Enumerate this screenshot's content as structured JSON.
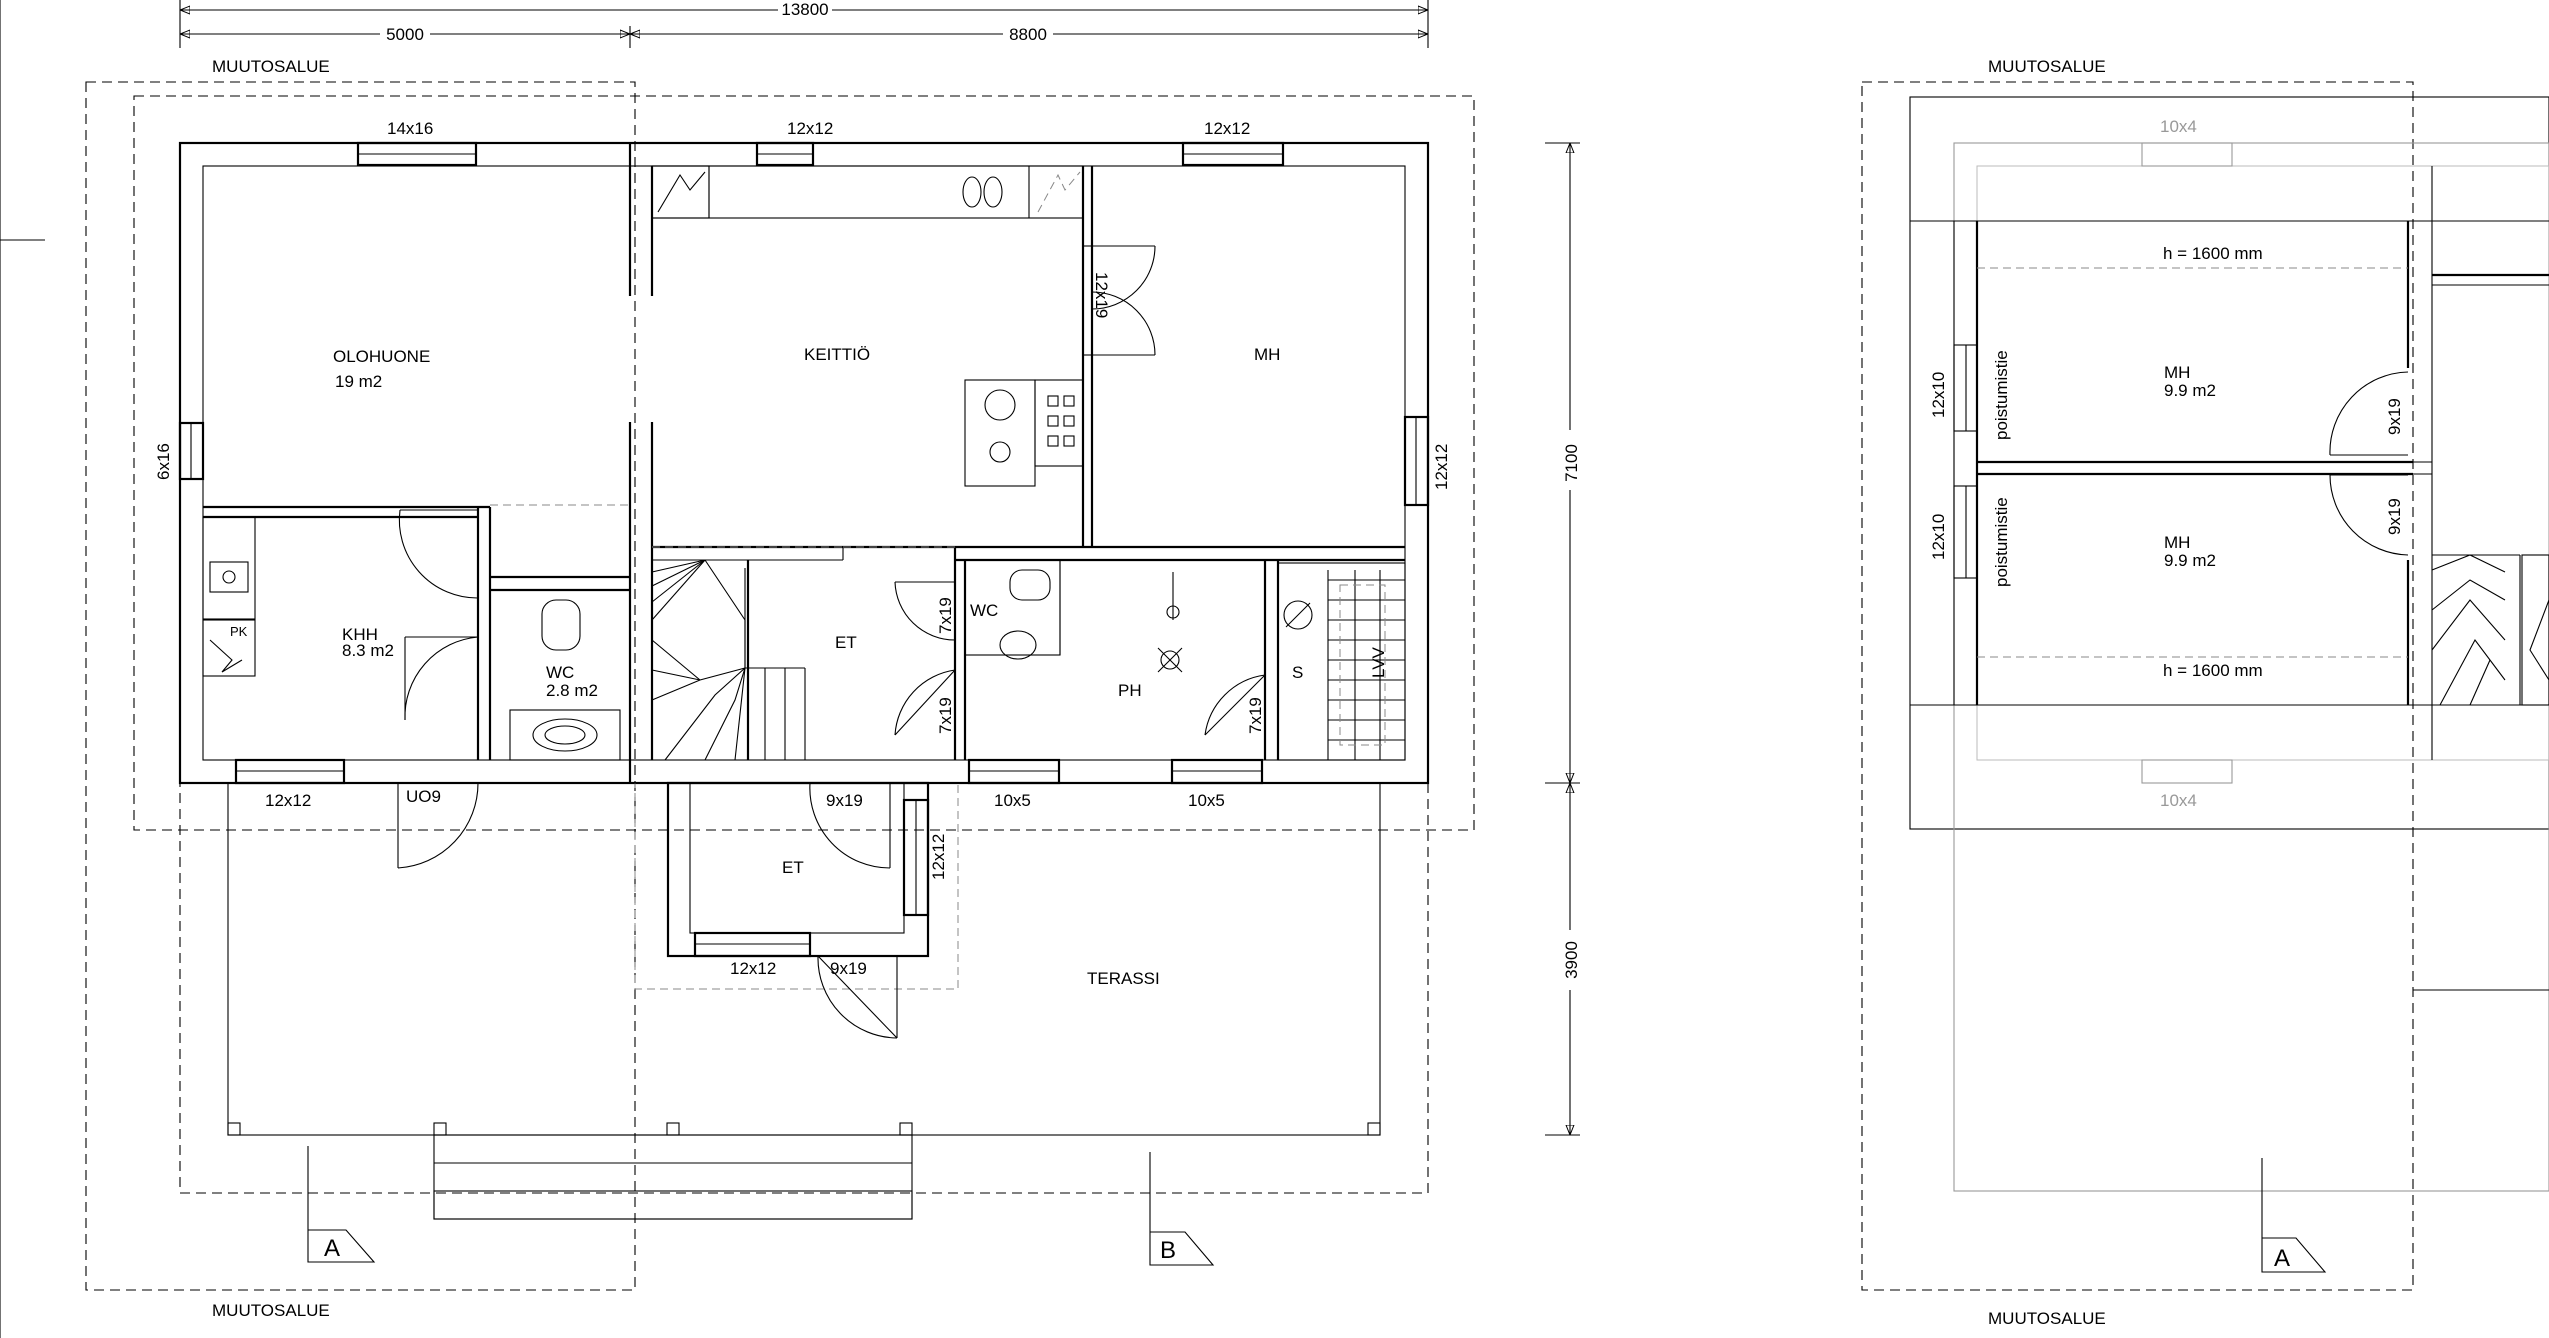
{
  "dimensions": {
    "total_width": "13800",
    "left_width": "5000",
    "right_width": "8800",
    "house_depth": "7100",
    "terrace_depth": "3900"
  },
  "zones": {
    "change_area": "MUUTOSALUE"
  },
  "ground_floor": {
    "rooms": {
      "living": "OLOHUONE",
      "living_area": "19 m2",
      "kitchen": "KEITTIÖ",
      "bedroom": "MH",
      "utility": "KHH",
      "utility_area": "8.3 m2",
      "wc_main": "WC",
      "wc_main_area": "2.8 m2",
      "hall": "ET",
      "wc_small": "WC",
      "washroom": "PH",
      "sauna": "S",
      "hvac": "LVV",
      "porch": "ET",
      "terrace": "TERASSI",
      "pk": "PK"
    },
    "openings": {
      "w_living_top": "14x16",
      "w_kitchen_top": "12x12",
      "w_mh_top": "12x12",
      "w_left": "6x16",
      "w_right": "12x12",
      "d_mh": "12x19",
      "d_et_wc": "7x19",
      "d_et": "7x19",
      "d_ph": "7x19",
      "w_khh_bottom": "12x12",
      "d_uo": "UO9",
      "d_et_bottom": "9x19",
      "w_ph_1": "10x5",
      "w_ph_2": "10x5",
      "w_porch_side": "12x12",
      "w_porch_bottom": "12x12",
      "d_porch": "9x19"
    },
    "sections": {
      "a": "A",
      "b": "B"
    }
  },
  "upper_floor": {
    "rooms": {
      "mh1": "MH",
      "mh1_area": "9.9 m2",
      "mh2": "MH",
      "mh2_area": "9.9 m2"
    },
    "height_top": "h = 1600 mm",
    "height_bottom": "h = 1600 mm",
    "escape_1": "poistumistie",
    "escape_2": "poistumistie",
    "w_escape_1": "12x10",
    "w_escape_2": "12x10",
    "d_mh1": "9x19",
    "d_mh2": "9x19",
    "skylight_top": "10x4",
    "skylight_bottom": "10x4",
    "section_a": "A"
  }
}
